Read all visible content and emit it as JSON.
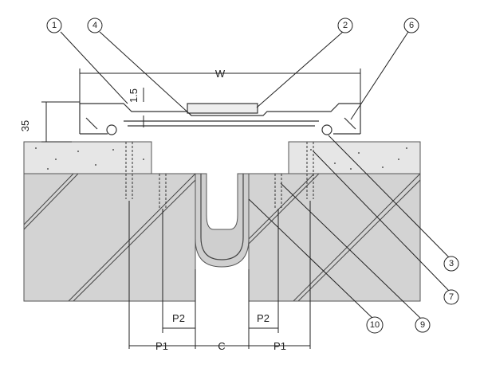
{
  "dimensions": {
    "width": "W",
    "height": "35",
    "gap_small": "1.5",
    "pitch_inner": "P2",
    "pitch_outer": "P1",
    "clearance": "C"
  },
  "callouts": [
    "1",
    "2",
    "3",
    "4",
    "6",
    "7",
    "9",
    "10"
  ]
}
